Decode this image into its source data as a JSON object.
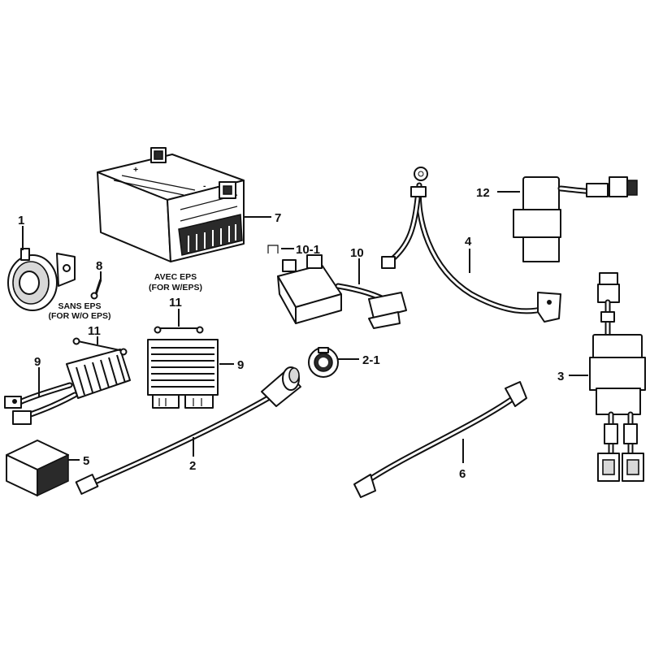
{
  "callouts": {
    "c1": "1",
    "c2": "2",
    "c2_1": "2-1",
    "c3": "3",
    "c4": "4",
    "c5": "5",
    "c6": "6",
    "c7": "7",
    "c8": "8",
    "c9_left": "9",
    "c9_right": "9",
    "c10": "10",
    "c10_1": "10-1",
    "c11_left": "11",
    "c11_right": "11",
    "c12": "12"
  },
  "notes": {
    "battery_line1": "AVEC EPS",
    "battery_line2": "(FOR W/EPS)",
    "horn_line1": "SANS EPS",
    "horn_line2": "(FOR W/O EPS)"
  },
  "battery_markings": {
    "plus": "+",
    "minus": "-"
  }
}
